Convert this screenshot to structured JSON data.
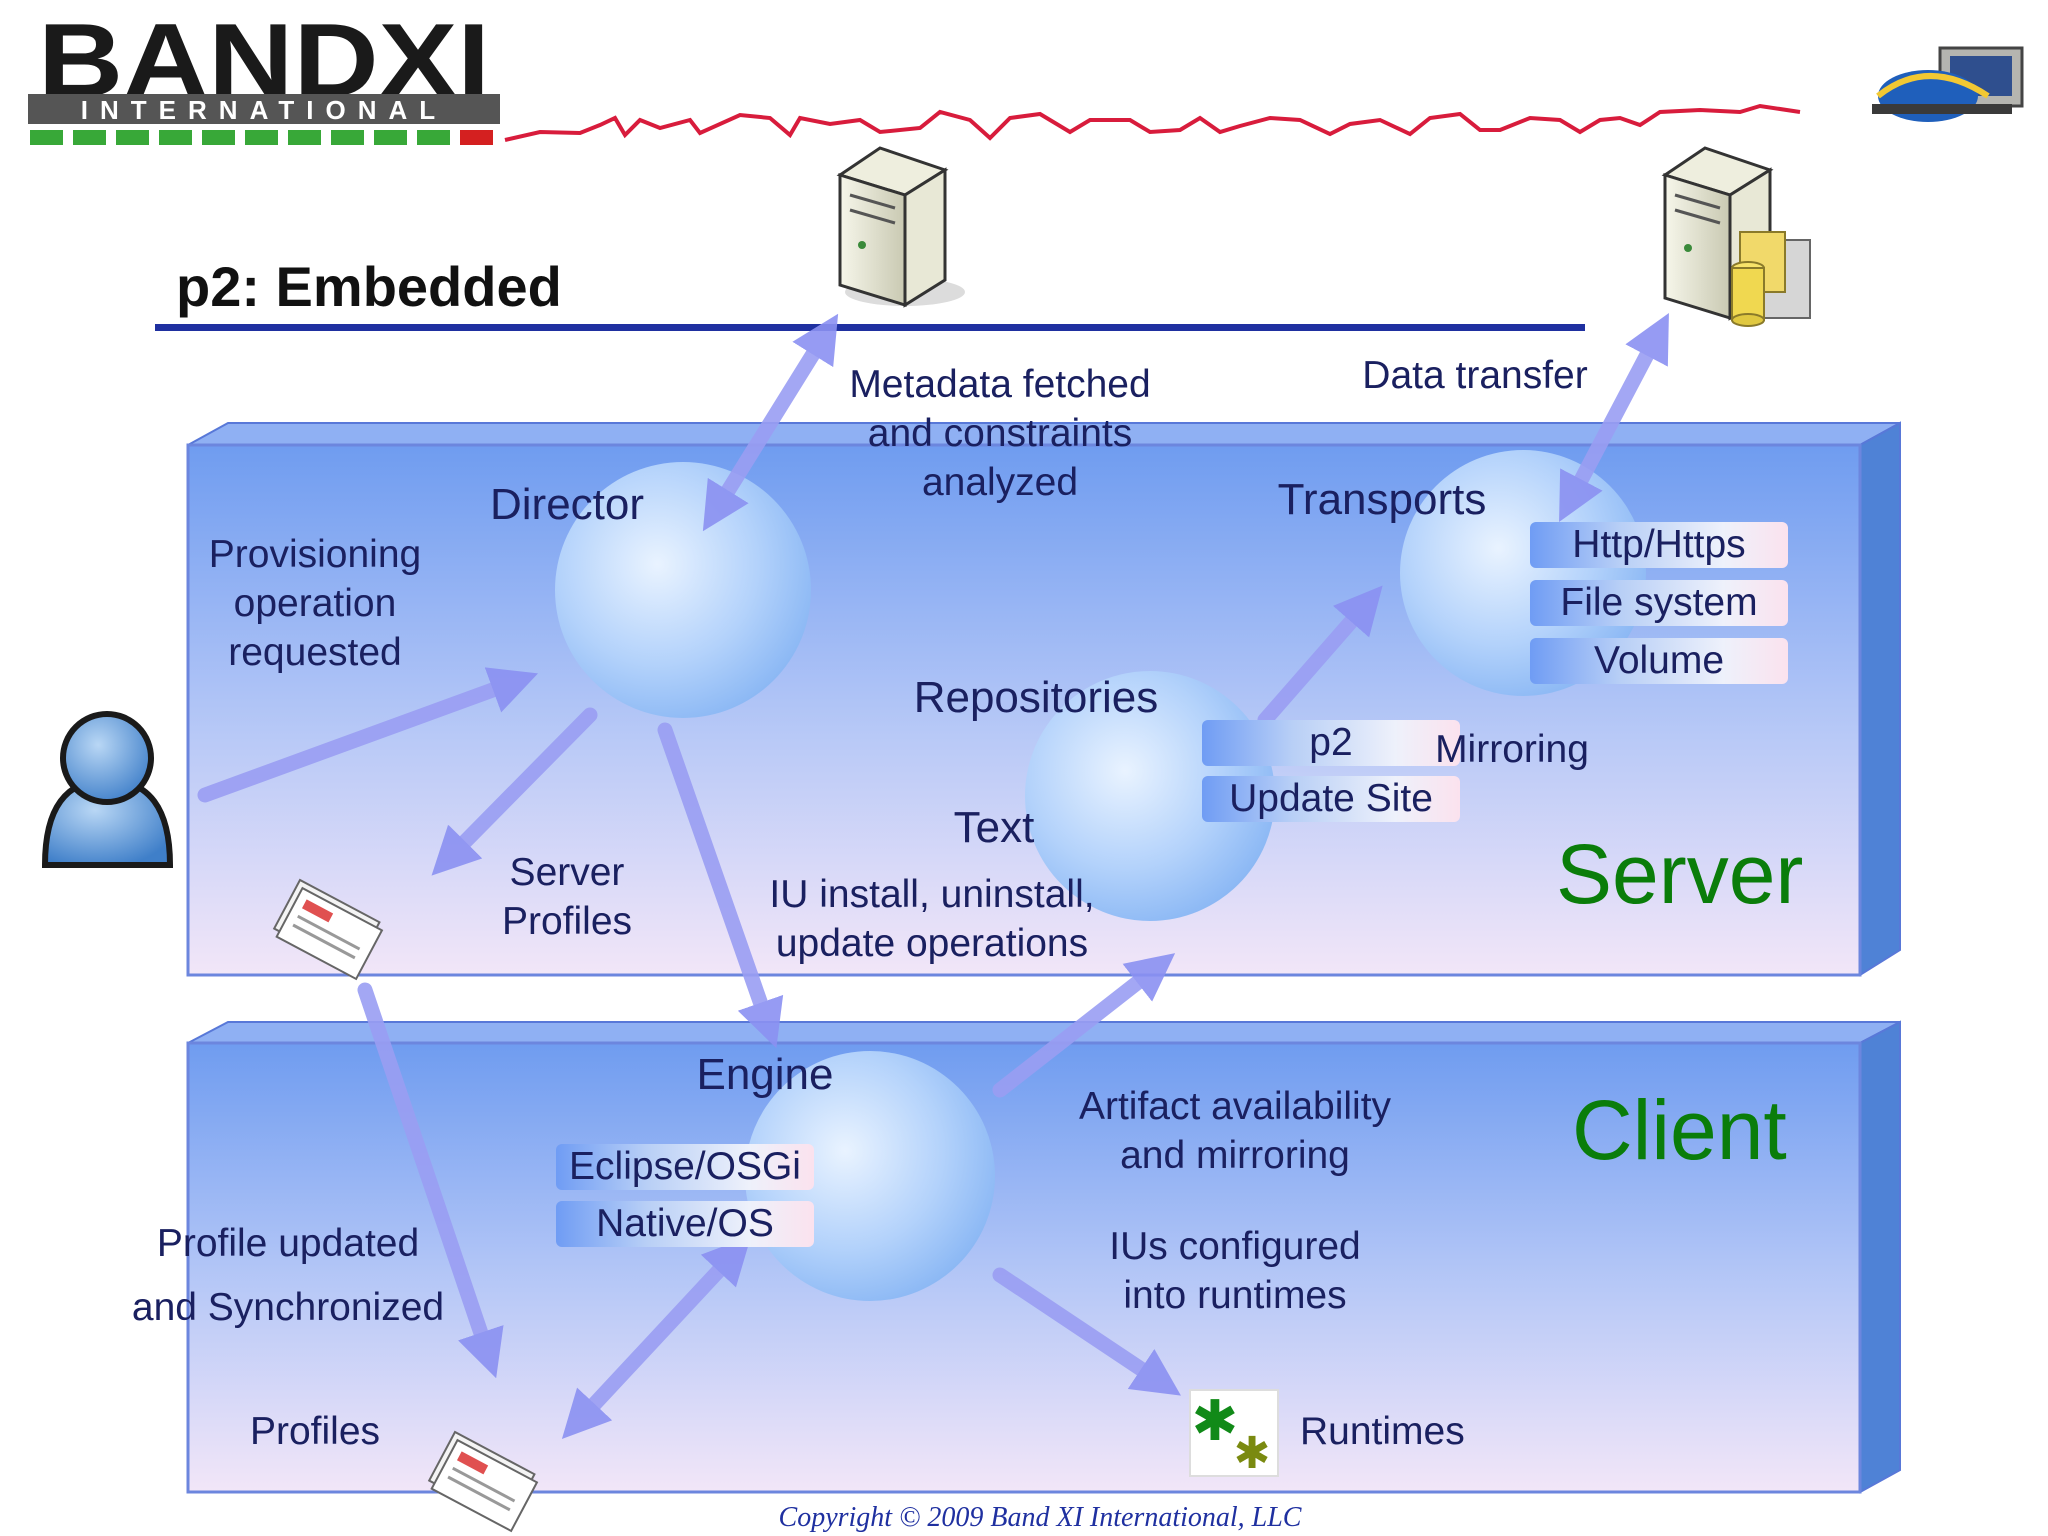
{
  "logo": {
    "brand": "BANDXI",
    "subtitle": "INTERNATIONAL"
  },
  "slide_title": "p2: Embedded",
  "labels": {
    "provisioning": [
      "Provisioning",
      "operation",
      "requested"
    ],
    "director": "Director",
    "metadata": [
      "Metadata fetched",
      "and constraints",
      "analyzed"
    ],
    "data_transfer": "Data transfer",
    "transports": "Transports",
    "transport_items": [
      "Http/Https",
      "File system",
      "Volume"
    ],
    "repositories": "Repositories",
    "repo_items": [
      "p2",
      "Update Site"
    ],
    "mirroring": "Mirroring",
    "text": "Text",
    "iu_ops": [
      "IU install, uninstall,",
      "update operations"
    ],
    "server_profiles": [
      "Server",
      "Profiles"
    ],
    "server": "Server",
    "engine": "Engine",
    "engine_items": [
      "Eclipse/OSGi",
      "Native/OS"
    ],
    "artifact": [
      "Artifact availability",
      "and mirroring"
    ],
    "ius_configured": [
      "IUs configured",
      "into runtimes"
    ],
    "client": "Client",
    "profile_updated": [
      "Profile updated",
      "and Synchronized"
    ],
    "profiles": "Profiles",
    "runtimes": "Runtimes"
  },
  "copyright": "Copyright © 2009 Band XI International, LLC",
  "colors": {
    "accent": "#1f30a0",
    "green": "#0a7d0a",
    "panel": "#7ea6f2",
    "text": "#1a2060"
  }
}
